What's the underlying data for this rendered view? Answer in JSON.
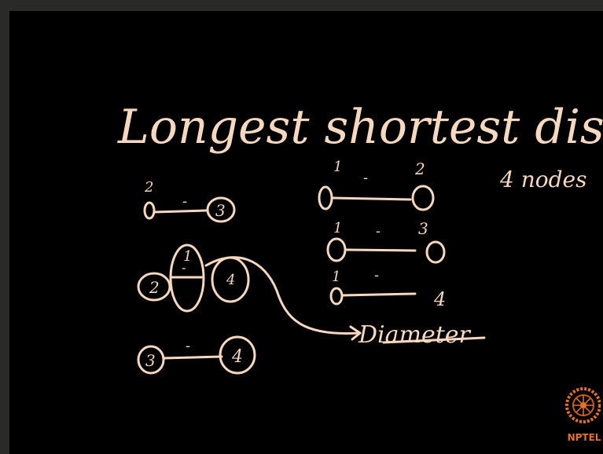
{
  "slide": {
    "title": "Longest shortest distance",
    "nodes_note": "4 nodes",
    "diameter_label": "Diameter"
  },
  "left_graphs": {
    "g1": {
      "node_a": "2",
      "node_b": "3",
      "edge": "-"
    },
    "g2": {
      "node_a": "2",
      "node_mid": "1",
      "node_b": "4",
      "edge": "-"
    },
    "g3": {
      "node_a": "3",
      "node_b": "4",
      "edge": "-"
    }
  },
  "right_graphs": {
    "r1": {
      "node_a": "1",
      "node_b": "2",
      "edge": "-"
    },
    "r2": {
      "node_a": "1",
      "node_b": "3",
      "edge": "-"
    },
    "r3": {
      "node_a": "1",
      "node_b": "4",
      "edge": "-"
    }
  },
  "logo": {
    "text": "NPTEL",
    "color": "#e5702a"
  },
  "colors": {
    "ink": "#f6d7bf",
    "background": "#000000",
    "border": "#2a2a28"
  }
}
